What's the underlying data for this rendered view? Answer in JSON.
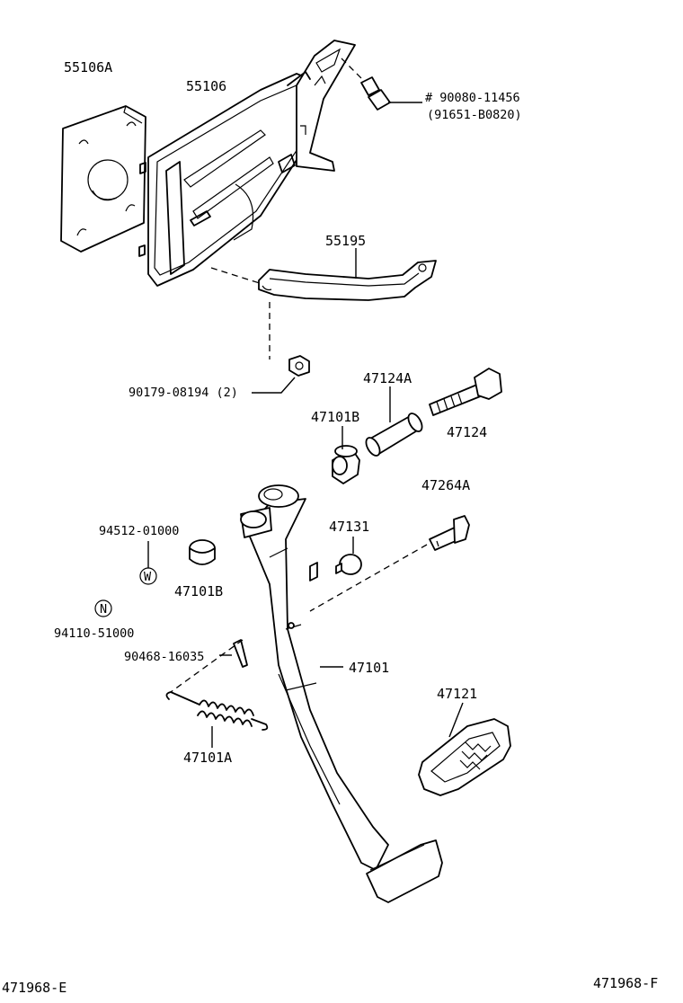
{
  "diagram": {
    "labels": {
      "p55106a": "55106A",
      "p55106": "55106",
      "bolt1": "# 90080-11456",
      "bolt2": "(91651-B0820)",
      "p55195": "55195",
      "p90179": "90179-08194 (2)",
      "p47124a": "47124A",
      "p47101b_top": "47101B",
      "p47124": "47124",
      "p47264a": "47264A",
      "p94512": "94512-01000",
      "p47131": "47131",
      "p47101b_low": "47101B",
      "p94110": "94110-51000",
      "p90468": "90468-16035",
      "p47101": "47101",
      "p47121": "47121",
      "p47101a": "47101A",
      "sym_w": "W",
      "sym_n": "N"
    },
    "footer": {
      "left": "471968-E",
      "right": "471968-F"
    }
  }
}
